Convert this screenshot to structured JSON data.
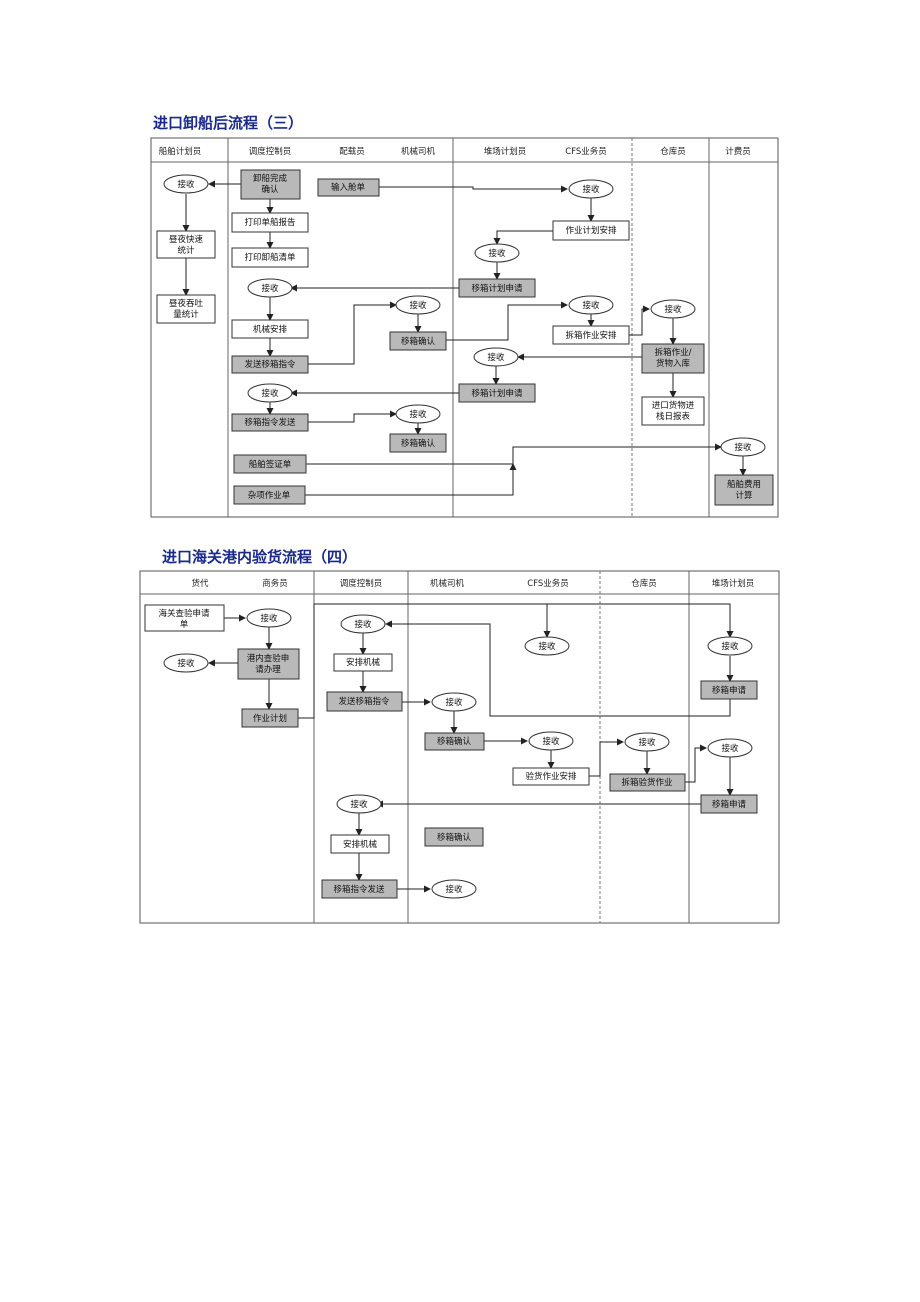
{
  "diagrams": [
    {
      "title": "进口卸船后流程（三）",
      "lanes": [
        "船舶计划员",
        "调度控制员",
        "配载员",
        "机械司机",
        "堆场计划员",
        "CFS业务员",
        "仓库员",
        "计费员"
      ],
      "nodes": {
        "d1_r1": "接收",
        "d1_unload": "卸船完成|确认",
        "d1_input": "输入舱单",
        "d1_r2": "接收",
        "d1_stat1": "昼夜快速|统计",
        "d1_print1": "打印单船报告",
        "d1_plan": "作业计划安排",
        "d1_r3": "接收",
        "d1_print2": "打印卸船清单",
        "d1_stat2": "昼夜吞吐|量统计",
        "d1_move_req1": "移箱计划申请",
        "d1_r4": "接收",
        "d1_r5": "接收",
        "d1_r6": "接收",
        "d1_r7": "接收",
        "d1_mech": "机械安排",
        "d1_confirm1": "移箱确认",
        "d1_unpack_plan": "拆箱作业安排",
        "d1_send1": "发送移箱指令",
        "d1_r8": "接收",
        "d1_unpack_store": "拆箱作业/|货物入库",
        "d1_r9": "接收",
        "d1_move_req2": "移箱计划申请",
        "d1_send2": "移箱指令发送",
        "d1_r10": "接收",
        "d1_report": "进口货物进|栈日报表",
        "d1_confirm2": "移箱确认",
        "d1_r11": "接收",
        "d1_visa": "船舶签证单",
        "d1_fee": "船舶费用|计算",
        "d1_misc": "杂项作业单"
      }
    },
    {
      "title": "进口海关港内验货流程（四）",
      "lanes": [
        "货代",
        "商务员",
        "调度控制员",
        "机械司机",
        "CFS业务员",
        "仓库员",
        "堆场计划员"
      ],
      "nodes": {
        "d2_apply": "海关查验申请|单",
        "d2_r1": "接收",
        "d2_r2": "接收",
        "d2_r3": "接收",
        "d2_r4": "接收",
        "d2_r5": "接收",
        "d2_inspect": "港内查验申|请办理",
        "d2_mech1": "安排机械",
        "d2_move_req1": "移箱申请",
        "d2_send": "发送移箱指令",
        "d2_r6": "接收",
        "d2_plan": "作业计划",
        "d2_confirm1": "移箱确认",
        "d2_r7": "接收",
        "d2_r8": "接收",
        "d2_r9": "接收",
        "d2_inspect_plan": "验货作业安排",
        "d2_unpack": "拆箱验货作业",
        "d2_move_req2": "移箱申请",
        "d2_r10": "接收",
        "d2_mech2": "安排机械",
        "d2_confirm2": "移箱确认",
        "d2_send2": "移箱指令发送",
        "d2_r11": "接收"
      }
    }
  ]
}
